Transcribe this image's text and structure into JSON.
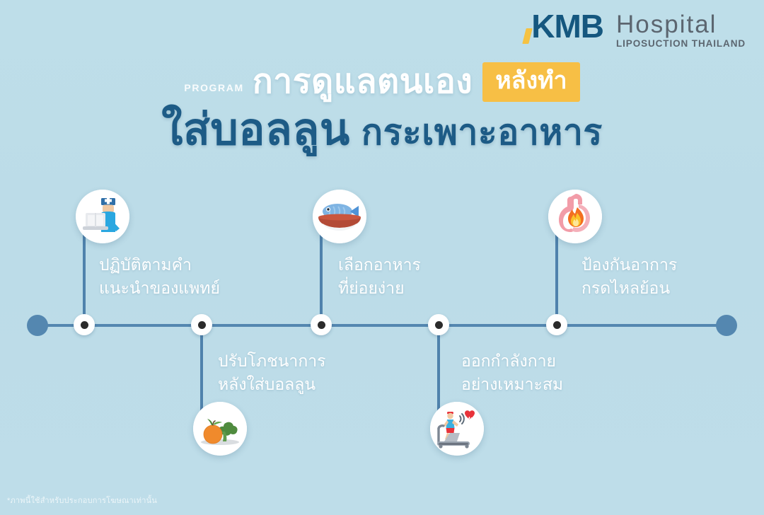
{
  "brand": {
    "name": "KMB",
    "hospital": "Hospital",
    "tagline": "LIPOSUCTION THAILAND",
    "accent_color": "#f5c242",
    "logo_color": "#15577f",
    "text_color": "#5c6670"
  },
  "heading": {
    "program_label": "PROGRAM",
    "line1_main": "การดูแลตนเอง",
    "line1_badge": "หลังทำ",
    "line2_main": "ใส่บอลลูน",
    "line2_secondary": "กระเพาะอาหาร",
    "badge_color": "#f7bf45",
    "white_color": "#ffffff",
    "dark_color": "#1d5b86"
  },
  "timeline": {
    "axis_color": "#5487b0",
    "node_color": "#ffffff",
    "node_center_color": "#2b2b2b",
    "items": [
      {
        "index": 1,
        "position": "above",
        "icon": "doctor-laptop-icon",
        "line1": "ปฏิบัติตามคำ",
        "line2": "แนะนำของแพทย์"
      },
      {
        "index": 2,
        "position": "below",
        "icon": "orange-broccoli-icon",
        "line1": "ปรับโภชนาการ",
        "line2": "หลังใส่บอลลูน"
      },
      {
        "index": 3,
        "position": "above",
        "icon": "fish-plate-icon",
        "line1": "เลือกอาหาร",
        "line2": "ที่ย่อยง่าย"
      },
      {
        "index": 4,
        "position": "below",
        "icon": "treadmill-runner-icon",
        "line1": "ออกกำลังกาย",
        "line2": "อย่างเหมาะสม"
      },
      {
        "index": 5,
        "position": "above",
        "icon": "stomach-flame-icon",
        "line1": "ป้องกันอาการ",
        "line2": "กรดไหลย้อน"
      }
    ]
  },
  "footer": {
    "disclaimer": "*ภาพนี้ใช้สำหรับประกอบการโฆษณาเท่านั้น"
  },
  "background": {
    "color": "#bcdce8"
  }
}
